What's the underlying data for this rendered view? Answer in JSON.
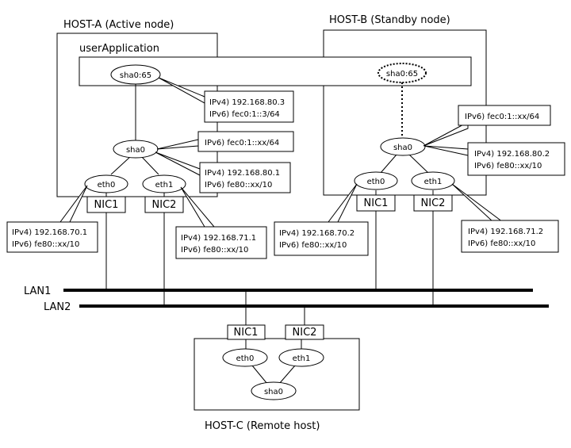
{
  "hosts": {
    "a": {
      "title": "HOST-A (Active node)"
    },
    "b": {
      "title": "HOST-B (Standby node)"
    },
    "c": {
      "title": "HOST-C (Remote host)"
    }
  },
  "user_application": {
    "label": "userApplication"
  },
  "lans": {
    "lan1": "LAN1",
    "lan2": "LAN2"
  },
  "host_a": {
    "takeover": "sha0:65",
    "sha": "sha0",
    "eth0": "eth0",
    "eth1": "eth1",
    "nic1": "NIC1",
    "nic2": "NIC2",
    "takeover_addr": [
      "IPv4) 192.168.80.3",
      "IPv6) fec0:1::3/64"
    ],
    "sha_v6": "IPv6) fec0:1::xx/64",
    "sha_addr": [
      "IPv4) 192.168.80.1",
      "IPv6) fe80::xx/10"
    ],
    "eth0_addr": [
      "IPv4) 192.168.70.1",
      "IPv6) fe80::xx/10"
    ],
    "eth1_addr": [
      "IPv4) 192.168.71.1",
      "IPv6) fe80::xx/10"
    ]
  },
  "host_b": {
    "takeover": "sha0:65",
    "sha": "sha0",
    "eth0": "eth0",
    "eth1": "eth1",
    "nic1": "NIC1",
    "nic2": "NIC2",
    "sha_v6": "IPv6) fec0:1::xx/64",
    "sha_addr": [
      "IPv4) 192.168.80.2",
      "IPv6) fe80::xx/10"
    ],
    "eth0_addr": [
      "IPv4) 192.168.70.2",
      "IPv6) fe80::xx/10"
    ],
    "eth1_addr": [
      "IPv4) 192.168.71.2",
      "IPv6) fe80::xx/10"
    ]
  },
  "host_c": {
    "nic1": "NIC1",
    "nic2": "NIC2",
    "eth0": "eth0",
    "eth1": "eth1",
    "sha": "sha0"
  }
}
